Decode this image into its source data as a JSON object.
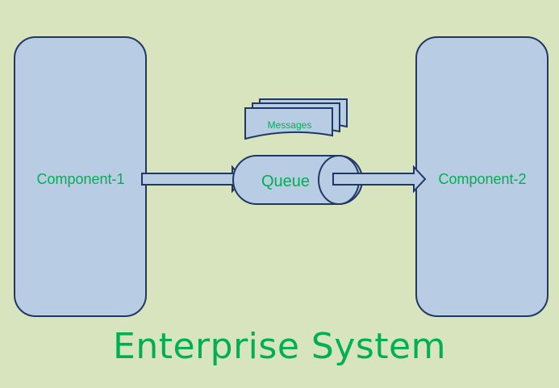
{
  "diagram": {
    "title": "Enterprise System",
    "component_1": "Component-1",
    "component_2": "Component-2",
    "queue": "Queue",
    "messages": "Messages"
  },
  "colors": {
    "background": "#d7e4bd",
    "shape_fill": "#b8cce4",
    "shape_stroke": "#1f3864",
    "text": "#00b050"
  }
}
